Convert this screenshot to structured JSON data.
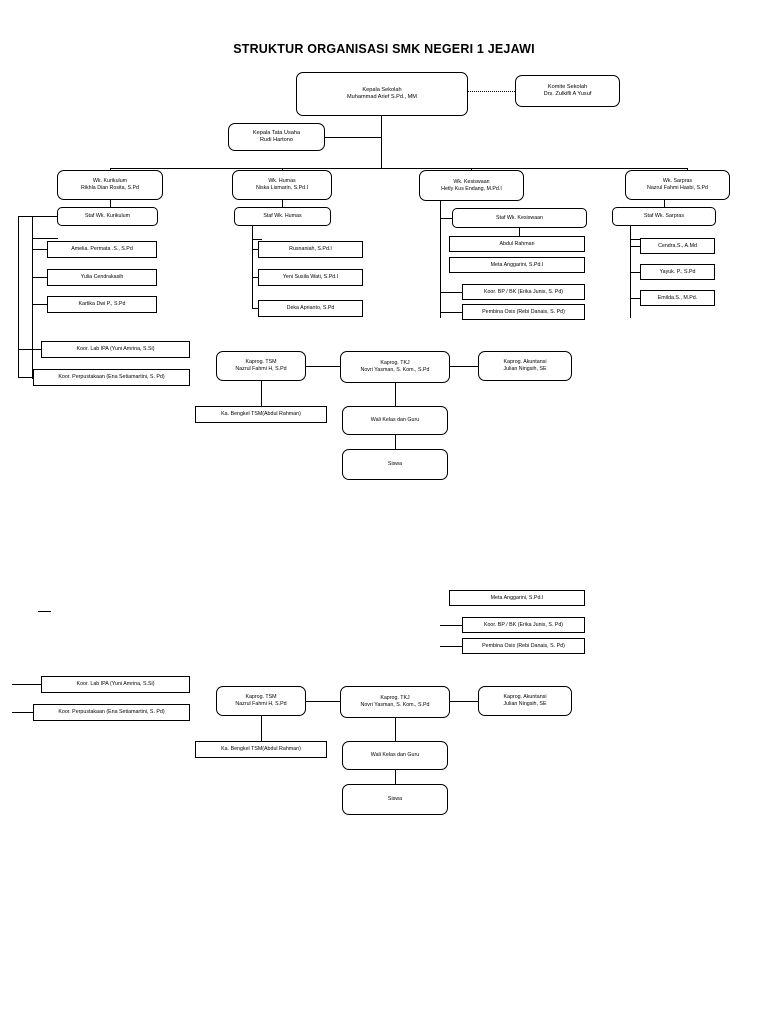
{
  "document": {
    "title": "STRUKTUR ORGANISASI SMK NEGERI 1 JEJAWI"
  },
  "top": {
    "kepala_sekolah": {
      "role": "Kepala Sekolah",
      "name": "Muhammad Arief S.Pd., MM"
    },
    "komite_sekolah": {
      "role": "Komite Sekolah",
      "name": "Drs. Zulkifli A Yusuf"
    },
    "kepala_tata_usaha": {
      "role": "Kepala Tata Usaha",
      "name": "Rudi Hartono"
    }
  },
  "wakil": [
    {
      "role": "Wk. Kurikulum",
      "name": "Rikhla Dian Rosita, S.Pd",
      "staff_header": "Staf Wk. Kurikulum",
      "staff": [
        "Amelia. Permata .S., S.Pd",
        "Yulia Cendrakasih",
        "Kartika Dwi P., S.Pd"
      ]
    },
    {
      "role": "Wk. Humas",
      "name": "Niska Lismarin, S.Pd.I",
      "staff_header": "Staf Wk. Humas",
      "staff": [
        "Rusnaniah, S.Pd.I",
        "Yeni Susila Wati, S.Pd.I",
        "Deka Aprianto, S.Pd"
      ]
    },
    {
      "role": "Wk. Kesiswaan",
      "name": "Hetly Kus Endang, M.Pd.I",
      "staff_header": "Staf Wk. Kesiswaan",
      "staff": [
        "Abdul Rahman",
        "Meta Anggarini, S.Pd.I"
      ],
      "extra": [
        "Koor. BP / BK (Erika Junis, S. Pd)",
        "Pembina Osis (Rebi Danais, S. Pd)"
      ]
    },
    {
      "role": "Wk. Sarpras",
      "name": "Nazrul Fahmi Hasbi, S.Pd",
      "staff_header": "Staf Wk. Sarpras",
      "staff": [
        "Cendra.S., A.Md",
        "Yayuk. P., S.Pd",
        "Emilda.S., M.Pd."
      ]
    }
  ],
  "koordinator": [
    "Koor. Lab IPA (Yuni Amrina, S.Si)",
    "Koor. Perpustakaan (Ena Setiamartini, S. Pd)"
  ],
  "kaprog": {
    "tsm": {
      "role": "Kaprog. TSM",
      "name": "Nazrul Fahmi H, S.Pd"
    },
    "tkj": {
      "role": "Kaprog. TKJ",
      "name": "Novri Yasman, S. Kom., S.Pd"
    },
    "akuntansi": {
      "role": "Kaprog. Akuntansi",
      "name": "Julian Ningsih, SE"
    },
    "bengkel": "Ka. Bengkel TSM(Abdul Rahman)",
    "wali_kelas": "Wali Kelas dan Guru",
    "siswa": "Siswa"
  },
  "duplicate_section": {
    "kesiswaan_items": [
      "Meta Anggarini, S.Pd.I",
      "Koor. BP / BK (Erika Junis, S. Pd)",
      "Pembina Osis (Rebi Danais, S. Pd)"
    ],
    "koordinator": [
      "Koor. Lab IPA (Yuni Amrina, S.Si)",
      "Koor. Perpustakaan (Ena Setiamartini, S. Pd)"
    ],
    "kaprog": {
      "tsm": {
        "role": "Kaprog. TSM",
        "name": "Nazrul Fahmi H, S.Pd"
      },
      "tkj": {
        "role": "Kaprog. TKJ",
        "name": "Novri Yasman, S. Kom., S.Pd"
      },
      "akuntansi": {
        "role": "Kaprog. Akuntansi",
        "name": "Julian Ningsih, SE"
      },
      "bengkel": "Ka. Bengkel TSM(Abdul Rahman)",
      "wali_kelas": "Wali Kelas dan Guru",
      "siswa": "Siswa"
    }
  },
  "colors": {
    "stroke": "#000000",
    "background": "#ffffff"
  }
}
